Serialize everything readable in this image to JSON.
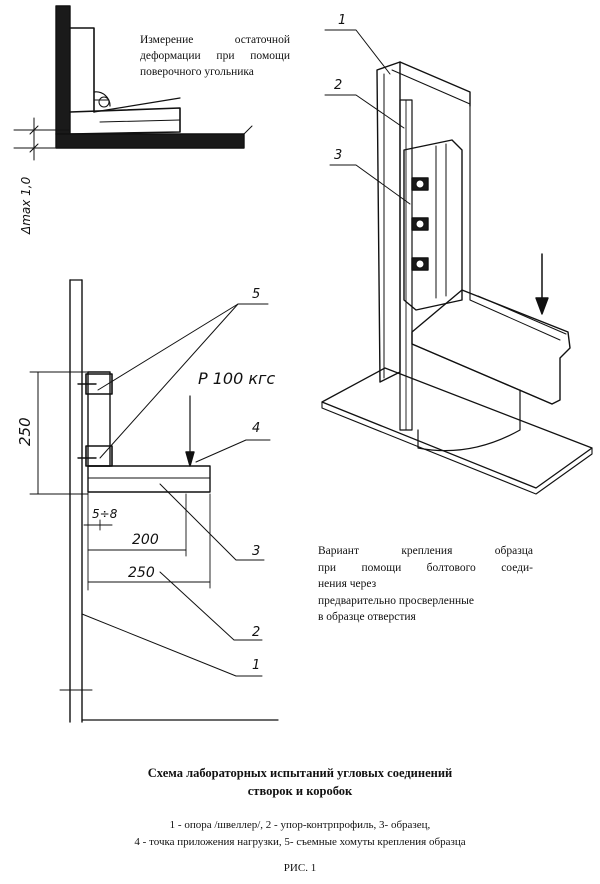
{
  "captions": {
    "top": "Измерение остаточной деформации при помощи поверочного угольника",
    "right_lines": [
      "Вариант крепления образца",
      "при помощи болтового соеди-",
      "нения через",
      "предварительно просверленные",
      "в образце отверстия"
    ]
  },
  "title_lines": [
    "Схема лабораторных испытаний угловых соединений",
    "створок и коробок"
  ],
  "legend_lines": [
    "1 - опора /швеллер/, 2 - упор-контрпрофиль, 3- образец,",
    "4 - точка приложения нагрузки, 5- съемные хомуты крепления образца"
  ],
  "figure_label": "РИС. 1",
  "labels": {
    "delta": "Δmax 1,0",
    "load": "P 100 кгс",
    "dim_250_v": "250",
    "dim_5_8": "5÷8",
    "dim_200": "200",
    "dim_250_h": "250",
    "n1": "1",
    "n2": "2",
    "n3": "3",
    "n4": "4",
    "n5": "5",
    "r1": "1",
    "r2": "2",
    "r3": "3"
  }
}
